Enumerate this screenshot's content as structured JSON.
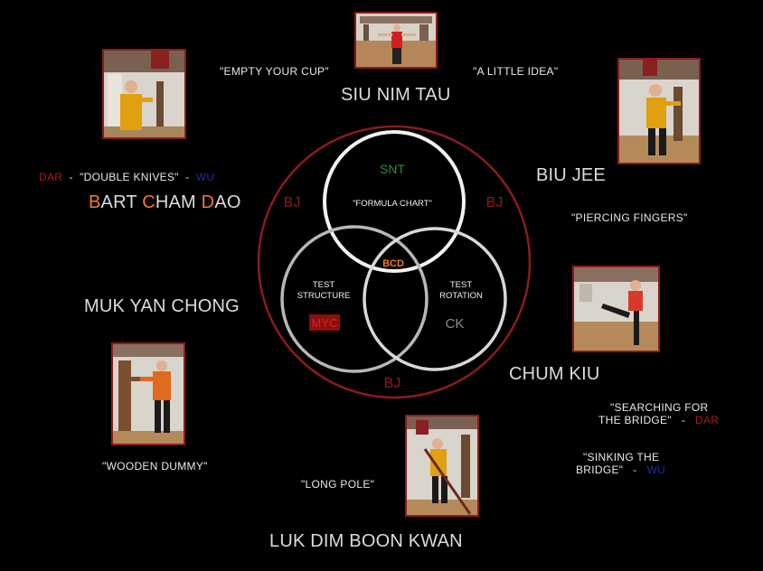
{
  "center": {
    "snt": "SNT",
    "formula": "\"FORMULA CHART\"",
    "bcd": "BCD",
    "test_structure_1": "TEST",
    "test_structure_2": "STRUCTURE",
    "test_rotation_1": "TEST",
    "test_rotation_2": "ROTATION",
    "myc": "MYC",
    "ck": "CK",
    "bj_left": "BJ",
    "bj_right": "BJ",
    "bj_bottom": "BJ"
  },
  "forms": {
    "siu_nim_tau": "SIU NIM TAU",
    "biu_jee": "BIU JEE",
    "chum_kiu": "CHUM KIU",
    "muk_yan_chong": "MUK YAN CHONG",
    "luk_dim_boon_kwan": "LUK DIM BOON KWAN",
    "bart_cham_dao": {
      "b": "B",
      "art": "ART ",
      "c": "C",
      "ham": "HAM ",
      "d": "D",
      "ao": "AO"
    }
  },
  "quotes": {
    "empty_cup": "\"EMPTY  YOUR  CUP\"",
    "little_idea": "\"A  LITTLE  IDEA\"",
    "piercing": "\"PIERCING FINGERS\"",
    "double_knives": "\"DOUBLE KNIVES\"",
    "wooden_dummy": "\"WOODEN DUMMY\"",
    "long_pole": "\"LONG POLE\"",
    "searching_1": "\"SEARCHING FOR",
    "searching_2": "THE BRIDGE\"",
    "sinking_1": "\"SINKING THE",
    "sinking_2": "BRIDGE\""
  },
  "tags": {
    "dar": "DAR",
    "wu": "WU",
    "dash": "-"
  },
  "colors": {
    "accent_red": "#8a1c1c",
    "orange": "#f07a2a",
    "snt_green": "#2f8a3a",
    "navy": "#1f2fa0"
  }
}
